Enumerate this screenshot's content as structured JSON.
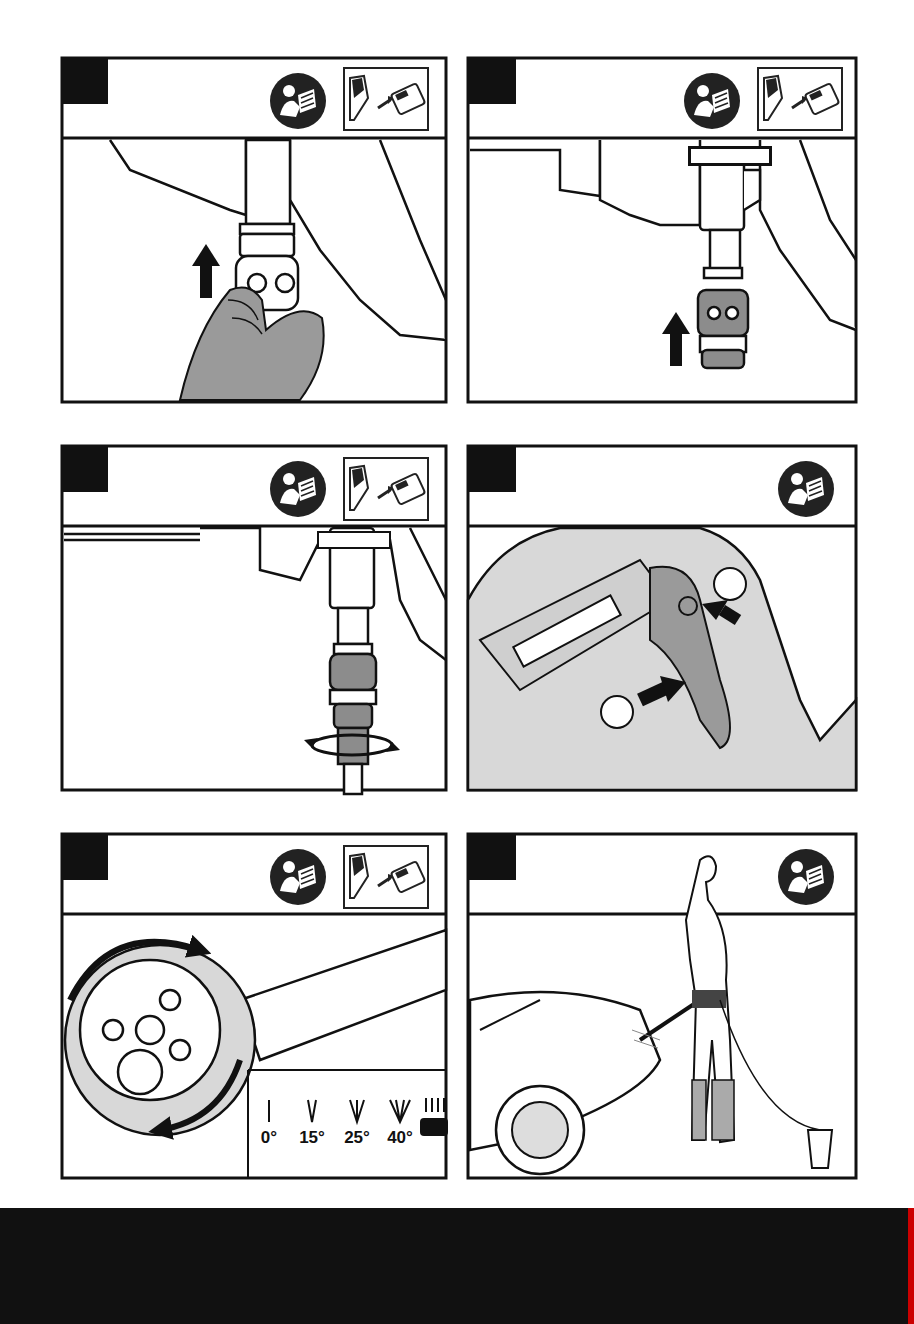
{
  "diagram": {
    "labels": [
      "0°",
      "15°",
      "25°",
      "40°"
    ]
  }
}
